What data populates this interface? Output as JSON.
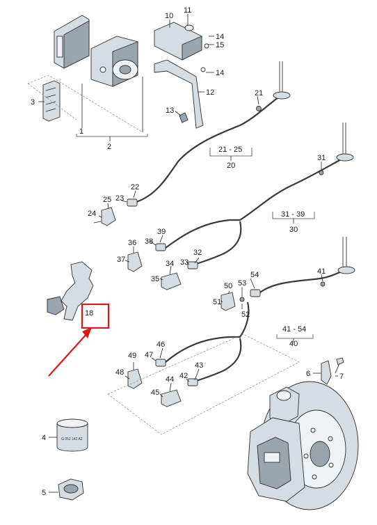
{
  "callouts": {
    "n1": "1",
    "n2": "2",
    "n3": "3",
    "n4": "4",
    "n5": "5",
    "n6": "6",
    "n7": "7",
    "n10": "10",
    "n11": "11",
    "n12": "12",
    "n13": "13",
    "n14a": "14",
    "n14b": "14",
    "n15": "15",
    "n18": "18",
    "n20": "20",
    "n21": "21",
    "n21_25": "21 - 25",
    "n22": "22",
    "n23": "23",
    "n24": "24",
    "n25": "25",
    "n30": "30",
    "n31": "31",
    "n31_39": "31 - 39",
    "n32": "32",
    "n33": "33",
    "n34": "34",
    "n35": "35",
    "n36": "36",
    "n37": "37",
    "n38": "38",
    "n39": "39",
    "n40": "40",
    "n41": "41",
    "n41_54": "41 - 54",
    "n42": "42",
    "n43": "43",
    "n44": "44",
    "n45": "45",
    "n46": "46",
    "n47": "47",
    "n48": "48",
    "n49": "49",
    "n50": "50",
    "n51": "51",
    "n52": "52",
    "n53": "53",
    "n54": "54"
  },
  "part_marking": "G 052 142 A2",
  "colors": {
    "highlight": "#e01616",
    "line": "#222222",
    "part_fill": "#d6dde2"
  }
}
